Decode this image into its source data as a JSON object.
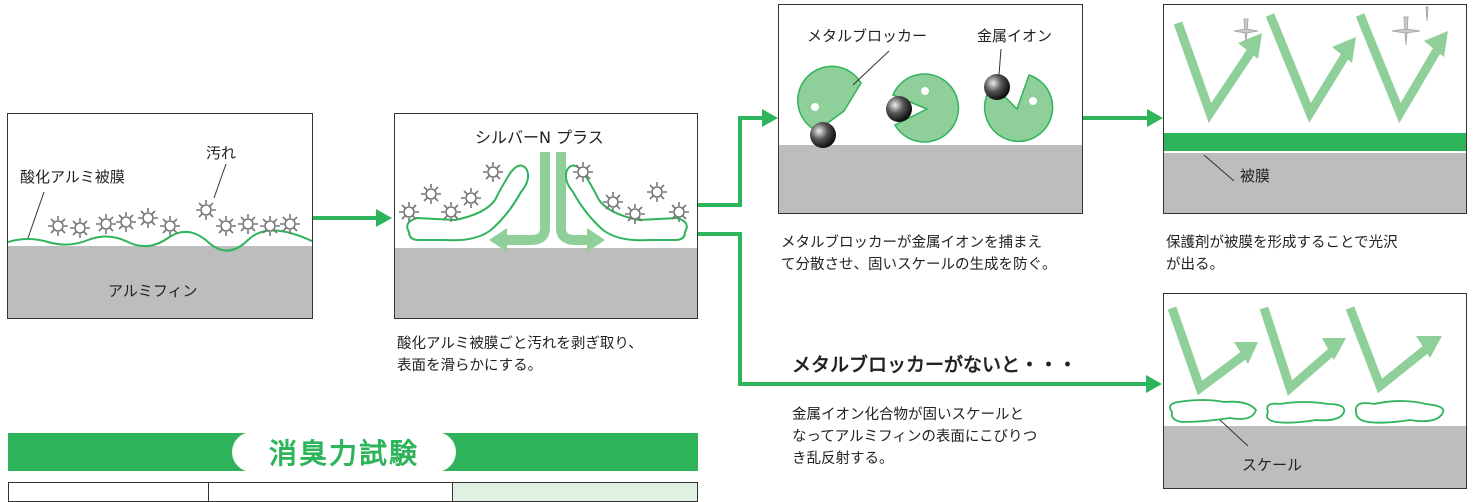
{
  "panel1": {
    "coating_label": "酸化アルミ被膜",
    "dirt_label": "汚れ",
    "fin_label": "アルミフィン"
  },
  "panel2": {
    "product_label": "シルバーN プラス",
    "caption": [
      "酸化アルミ被膜ごと汚れを剥ぎ取り、",
      "表面を滑らかにする。"
    ]
  },
  "panel3": {
    "blocker_label": "メタルブロッカー",
    "ion_label": "金属イオン",
    "caption": [
      "メタルブロッカーが金属イオンを捕まえ",
      "て分散させ、固いスケールの生成を防ぐ。"
    ]
  },
  "panel4": {
    "film_label": "被膜",
    "caption": [
      "保護剤が被膜を形成することで光沢",
      "が出る。"
    ]
  },
  "panel5": {
    "heading": "メタルブロッカーがないと・・・",
    "scale_label": "スケール",
    "caption": [
      "金属イオン化合物が固いスケールと",
      "なってアルミフィンの表面にこびりつ",
      "き乱反射する。"
    ]
  },
  "section": {
    "title": "消臭力試験"
  },
  "colors": {
    "green": "#2eb45a",
    "light_green": "#8fcf99",
    "gray": "#bdbdbd"
  }
}
